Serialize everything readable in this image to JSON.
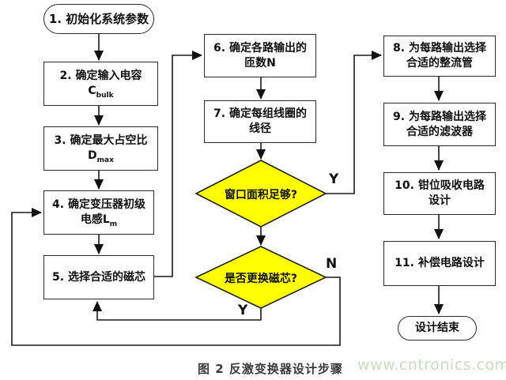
{
  "caption": "图 2 反激变换器设计步骤",
  "watermark": "www.cntronics.com",
  "colors": {
    "decision_fill": "#ffff00",
    "line": "#1a1a1a",
    "watermark": "#c6e0bc"
  },
  "nodes": {
    "start": {
      "label": "1. 初始化系统参数"
    },
    "n2": {
      "line1": "2. 确定输入电容",
      "base": "C",
      "sub": "bulk"
    },
    "n3": {
      "line1": "3. 确定最大占空比",
      "base": "D",
      "sub": "max"
    },
    "n4": {
      "line1": "4. 确定变压器初级",
      "base": "电感L",
      "sub": "m"
    },
    "n5": {
      "label": "5. 选择合适的磁芯"
    },
    "n6": {
      "line1": "6. 确定各路输出的",
      "line2": "匝数N"
    },
    "n7": {
      "line1": "7. 确定每组线圈的",
      "line2": "线径"
    },
    "d1": {
      "label": "窗口面积足够?"
    },
    "d2": {
      "label": "是否更换磁芯?"
    },
    "n8": {
      "line1": "8. 为每路输出选择",
      "line2": "合适的整流管"
    },
    "n9": {
      "line1": "9. 为每路输出选择",
      "line2": "合适的滤波器"
    },
    "n10": {
      "line1": "10. 钳位吸收电路",
      "line2": "设计"
    },
    "n11": {
      "label": "11. 补偿电路设计"
    },
    "end": {
      "label": "设计结束"
    }
  },
  "edge_labels": {
    "d1_yes": "Y",
    "d2_no": "N",
    "d2_yes": "Y"
  }
}
